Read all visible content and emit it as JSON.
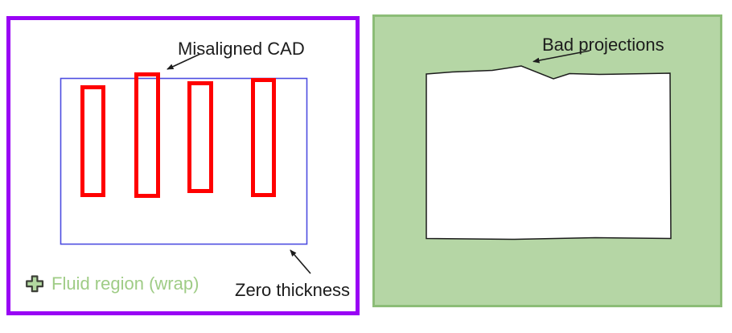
{
  "colors": {
    "panel-purple": "#9903f5",
    "cad-red": "#ff0000",
    "fluid-blue": "#4d4de0",
    "fluid-green-text": "#9fcc86",
    "plus-green": "#b2d8a0",
    "plus-outline": "#3d4038",
    "wrap-green-fill": "#b5d6a5",
    "wrap-green-border": "#8cbd77",
    "shape-white": "#ffffff",
    "ink": "#1c1c1c"
  },
  "left_panel": {
    "annotations": {
      "misaligned_cad": "Misaligned CAD",
      "zero_thickness": "Zero thickness"
    },
    "legend": {
      "fluid_region": "Fluid region (wrap)"
    }
  },
  "right_panel": {
    "annotations": {
      "bad_projections": "Bad projections"
    }
  }
}
